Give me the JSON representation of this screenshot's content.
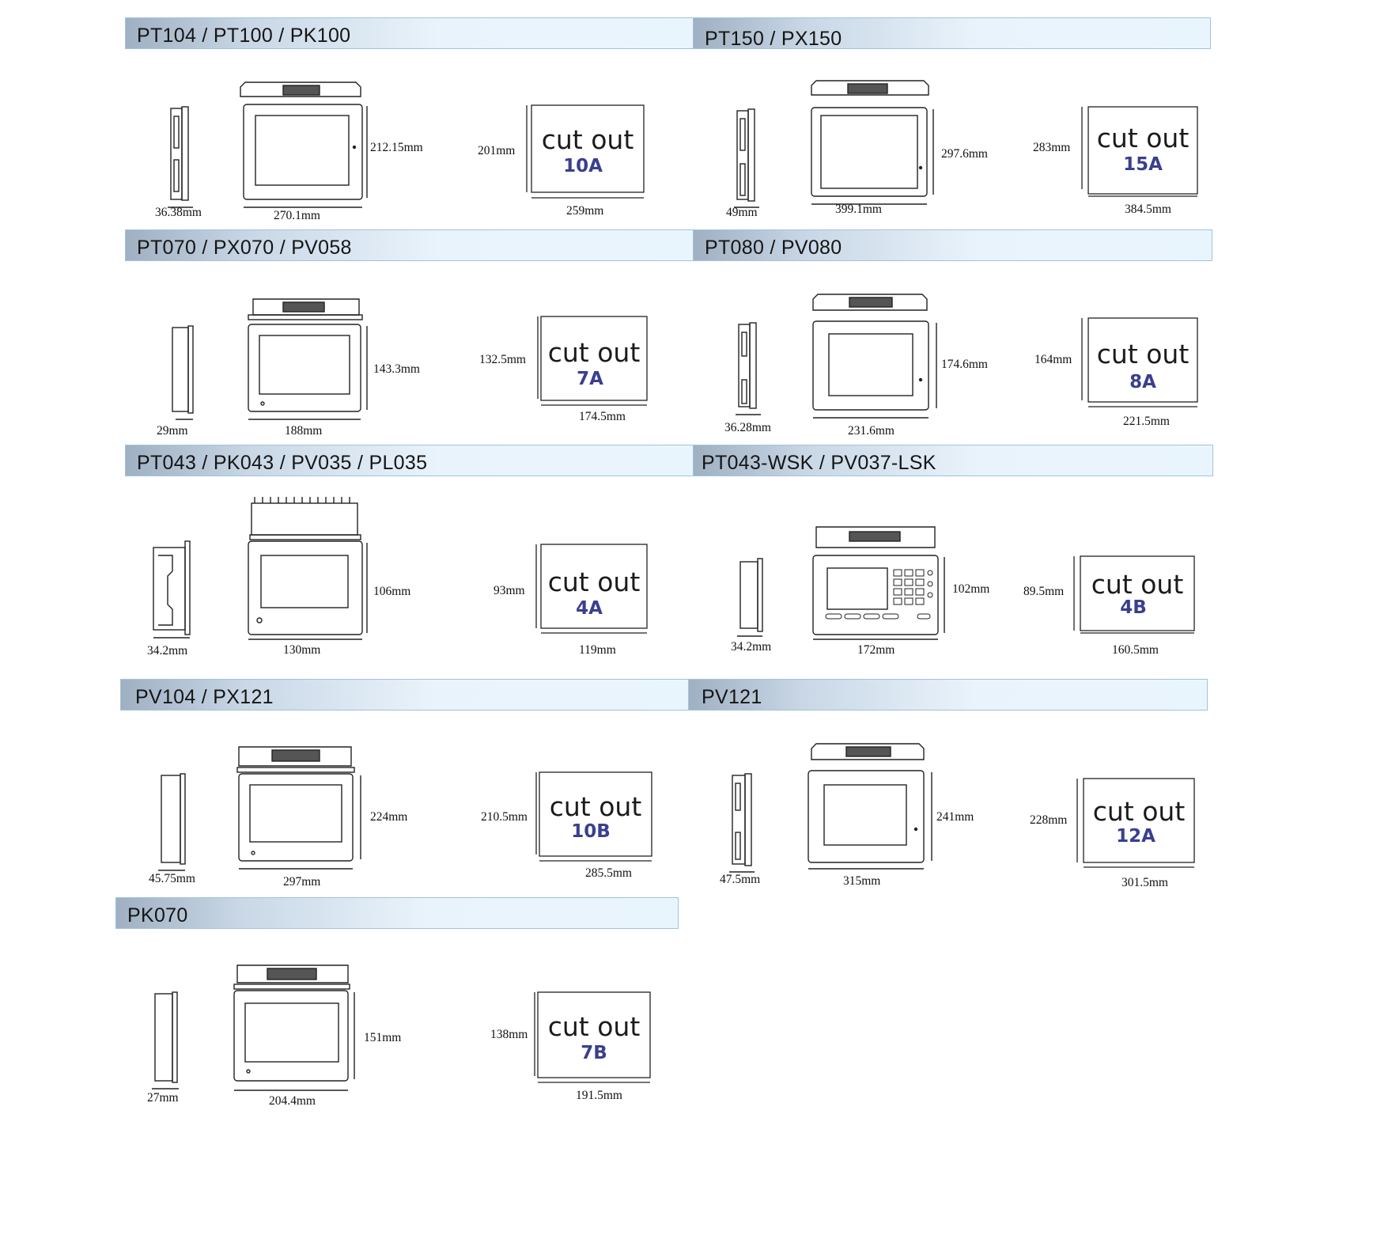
{
  "sections": [
    {
      "title": "PT104 / PT100 / PK100",
      "depth": "36.38mm",
      "height": "212.15mm",
      "width": "270.1mm",
      "cutout": {
        "line1": "cut out",
        "code": "10A",
        "height": "201mm",
        "width": "259mm"
      }
    },
    {
      "title": "PT150 / PX150",
      "depth": "49mm",
      "height": "297.6mm",
      "width": "399.1mm",
      "cutout": {
        "line1": "cut out",
        "code": "15A",
        "height": "283mm",
        "width": "384.5mm"
      }
    },
    {
      "title": "PT070 / PX070 / PV058",
      "depth": "29mm",
      "height": "143.3mm",
      "width": "188mm",
      "cutout": {
        "line1": "cut out",
        "code": "7A",
        "height": "132.5mm",
        "width": "174.5mm"
      }
    },
    {
      "title": "PT080 / PV080",
      "depth": "36.28mm",
      "height": "174.6mm",
      "width": "231.6mm",
      "cutout": {
        "line1": "cut out",
        "code": "8A",
        "height": "164mm",
        "width": "221.5mm"
      }
    },
    {
      "title": "PT043 / PK043 / PV035 / PL035",
      "depth": "34.2mm",
      "height": "106mm",
      "width": "130mm",
      "cutout": {
        "line1": "cut out",
        "code": "4A",
        "height": "93mm",
        "width": "119mm"
      }
    },
    {
      "title": "PT043-WSK / PV037-LSK",
      "depth": "34.2mm",
      "height": "102mm",
      "width": "172mm",
      "cutout": {
        "line1": "cut out",
        "code": "4B",
        "height": "89.5mm",
        "width": "160.5mm"
      }
    },
    {
      "title": "PV104 / PX121",
      "depth": "45.75mm",
      "height": "224mm",
      "width": "297mm",
      "cutout": {
        "line1": "cut out",
        "code": "10B",
        "height": "210.5mm",
        "width": "285.5mm"
      }
    },
    {
      "title": "PV121",
      "depth": "47.5mm",
      "height": "241mm",
      "width": "315mm",
      "cutout": {
        "line1": "cut out",
        "code": "12A",
        "height": "228mm",
        "width": "301.5mm"
      }
    },
    {
      "title": "PK070",
      "depth": "27mm",
      "height": "151mm",
      "width": "204.4mm",
      "cutout": {
        "line1": "cut out",
        "code": "7B",
        "height": "138mm",
        "width": "191.5mm"
      }
    }
  ],
  "colors": {
    "cutout_code": "#3a3f8f",
    "header_border": "#9fc4db",
    "line": "#222222"
  }
}
